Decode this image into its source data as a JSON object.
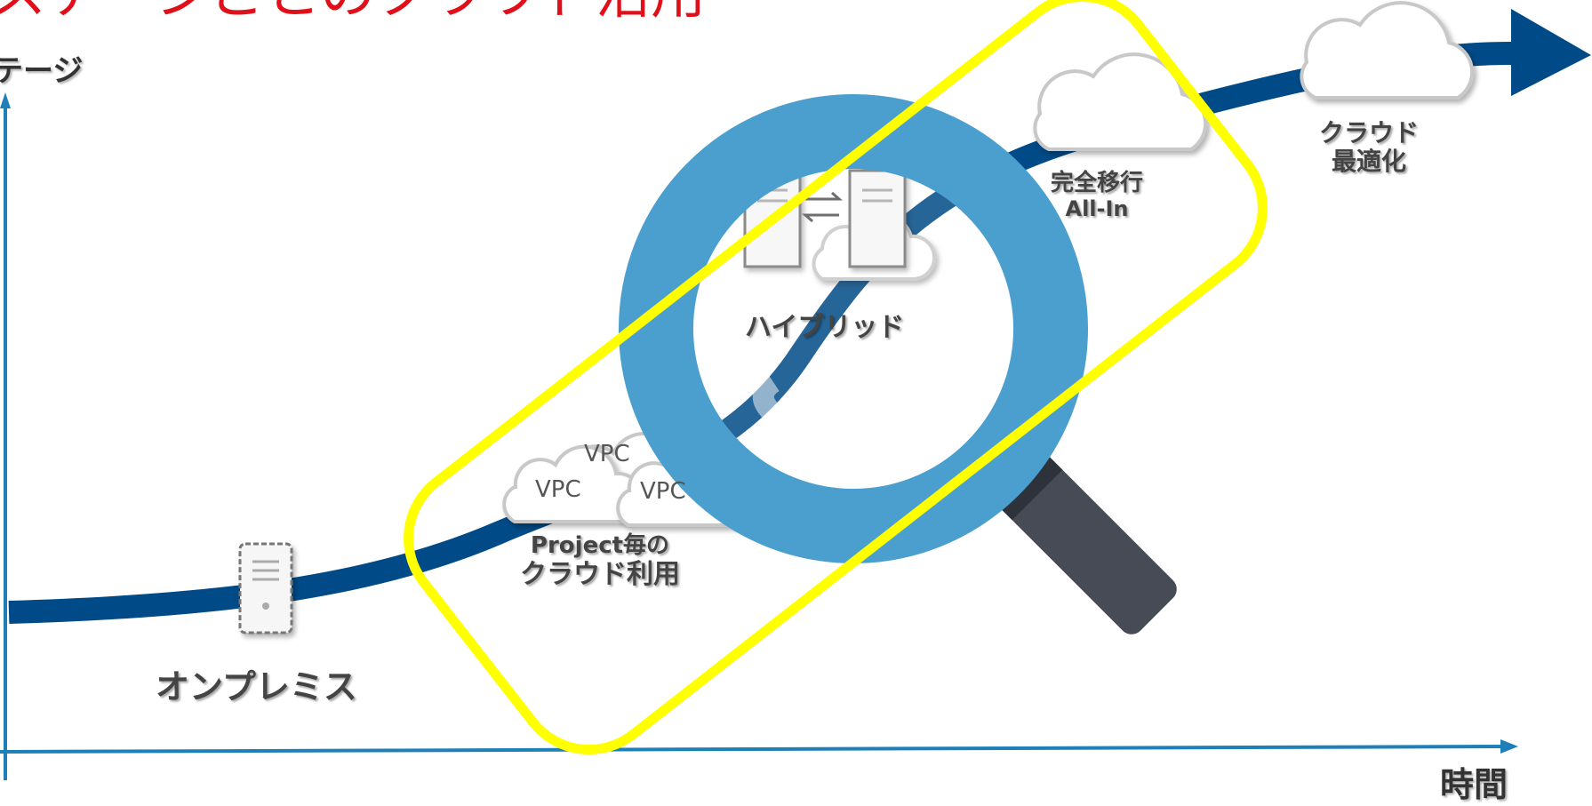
{
  "title": "ステージごとのクラウド活用",
  "axes": {
    "y_label": "テージ",
    "x_label": "時間"
  },
  "stages": [
    {
      "name": "オンプレミス"
    },
    {
      "name_line1": "Project毎の",
      "name_line2": "クラウド利用"
    },
    {
      "name": "ハイブリッド"
    },
    {
      "name_line1": "完全移行",
      "name_line2": "All-In"
    },
    {
      "name_line1": "クラウド",
      "name_line2": "最適化"
    }
  ],
  "vpc_labels": [
    "VPC",
    "VPC",
    "VPC"
  ],
  "colors": {
    "curve": "#004a87",
    "axis": "#1f7fb8",
    "highlight": "#ffff00",
    "magnifier_ring": "#4a9fcf",
    "magnifier_handle": "#464b55",
    "title": "#e0101a"
  },
  "icons": [
    "server-icon",
    "cloud-icon",
    "magnifier-icon",
    "exchange-arrows-icon"
  ]
}
